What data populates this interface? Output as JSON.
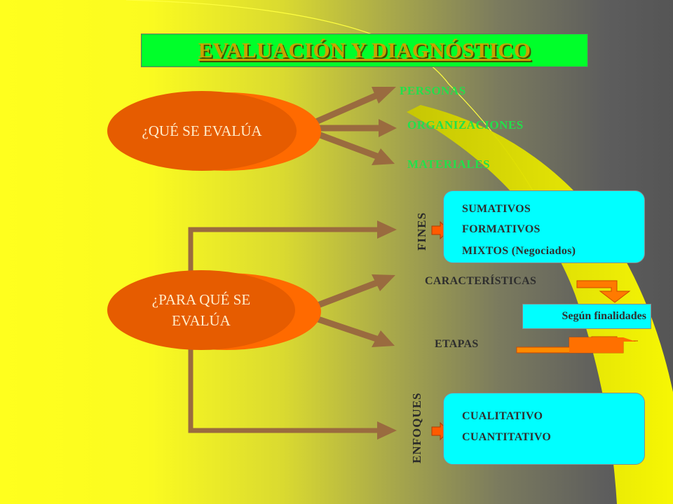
{
  "title": "EVALUACIÓN Y DIAGNÓSTICO",
  "que_se_evalua": {
    "question": "¿QUÉ SE EVALÚA",
    "items": [
      "PERSONAS",
      "ORGANIZACIONES",
      "MATERIALES"
    ]
  },
  "para_que_se_evalua": {
    "question_line1": "¿PARA QUÉ SE",
    "question_line2": "EVALÚA"
  },
  "fines": {
    "label": "FINES",
    "items": [
      "SUMATIVOS",
      "FORMATIVOS",
      "MIXTOS (Negociados)"
    ]
  },
  "caracteristicas": "CARACTERÍSTICAS",
  "etapas": "ETAPAS",
  "segun_finalidades": "Según finalidades",
  "enfoques": {
    "label": "ENFOQUES",
    "items": [
      "CUALITATIVO",
      "CUANTITATIVO"
    ]
  },
  "colors": {
    "title_bg": "#00ff2a",
    "title_text": "#c7a400",
    "ellipse": "#e65c00",
    "arrow": "#9a6b3f",
    "cyan_box": "#00ffff",
    "green_text": "#22e04a",
    "small_arrow": "#ff5a00"
  }
}
